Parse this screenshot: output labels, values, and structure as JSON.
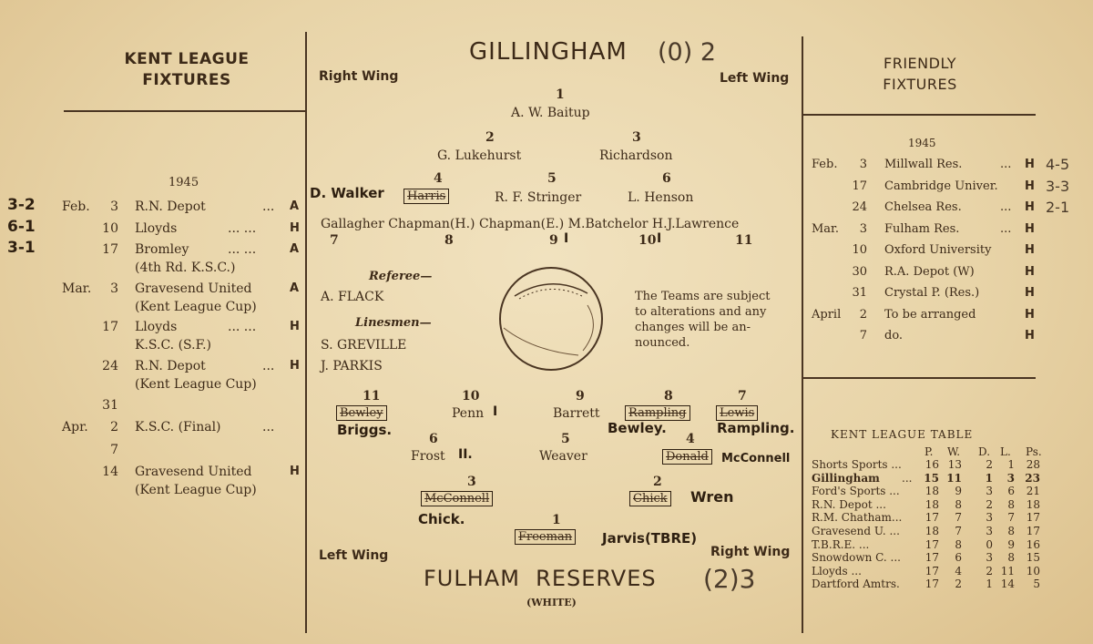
{
  "kent_fixtures": {
    "heading_line1": "KENT LEAGUE",
    "heading_line2": "FIXTURES",
    "year": "1945",
    "rows": [
      {
        "result": "3-2",
        "month": "Feb.",
        "day": "3",
        "opponent": "R.N. Depot",
        "dots": "...",
        "ha": "A"
      },
      {
        "result": "6-1",
        "month": "",
        "day": "10",
        "opponent": "Lloyds",
        "dots": "... ...",
        "ha": "H"
      },
      {
        "result": "3-1",
        "month": "",
        "day": "17",
        "opponent": "Bromley",
        "dots": "... ...",
        "ha": "A"
      },
      {
        "result": "",
        "month": "",
        "day": "",
        "opponent": "(4th Rd. K.S.C.)",
        "dots": "",
        "ha": ""
      },
      {
        "result": "",
        "month": "Mar.",
        "day": "3",
        "opponent": "Gravesend United",
        "dots": "",
        "ha": "A"
      },
      {
        "result": "",
        "month": "",
        "day": "",
        "opponent": "(Kent League Cup)",
        "dots": "",
        "ha": ""
      },
      {
        "result": "",
        "month": "",
        "day": "17",
        "opponent": "Lloyds",
        "dots": "... ...",
        "ha": "H"
      },
      {
        "result": "",
        "month": "",
        "day": "",
        "opponent": "K.S.C. (S.F.)",
        "dots": "",
        "ha": ""
      },
      {
        "result": "",
        "month": "",
        "day": "24",
        "opponent": "R.N. Depot",
        "dots": "...",
        "ha": "H"
      },
      {
        "result": "",
        "month": "",
        "day": "",
        "opponent": "(Kent League Cup)",
        "dots": "",
        "ha": ""
      },
      {
        "result": "",
        "month": "",
        "day": "31",
        "opponent": "",
        "dots": "",
        "ha": ""
      },
      {
        "result": "",
        "month": "Apr.",
        "day": "2",
        "opponent": "K.S.C. (Final)",
        "dots": "...",
        "ha": ""
      },
      {
        "result": "",
        "month": "",
        "day": "7",
        "opponent": "",
        "dots": "",
        "ha": ""
      },
      {
        "result": "",
        "month": "",
        "day": "14",
        "opponent": "Gravesend United",
        "dots": "",
        "ha": "H"
      },
      {
        "result": "",
        "month": "",
        "day": "",
        "opponent": "(Kent League Cup)",
        "dots": "",
        "ha": ""
      }
    ]
  },
  "match": {
    "home_team": "GILLINGHAM",
    "home_score": "(0) 2",
    "right_wing_top": "Right Wing",
    "left_wing_top": "Left Wing",
    "home_players": {
      "n1": "1",
      "p1": "A. W. Baitup",
      "n2": "2",
      "p2": "G. Lukehurst",
      "n3": "3",
      "p3": "Richardson",
      "n4": "4",
      "p4_written": "D. Walker",
      "p4_crossed": "Harris",
      "n5": "5",
      "p5": "R. F. Stringer",
      "n6": "6",
      "p6": "L. Henson",
      "forwards": "Gallagher Chapman(H.) Chapman(E.) M.Batchelor H.J.Lawrence",
      "n7": "7",
      "n8": "8",
      "n9": "9",
      "n10": "10",
      "n11": "11",
      "n9_mark": "I",
      "n10_mark": "I"
    },
    "referee_label": "Referee—",
    "referee": "A. FLACK",
    "linesmen_label": "Linesmen—",
    "linesman1": "S. GREVILLE",
    "linesman2": "J. PARKIS",
    "notice": [
      "The Teams are subject",
      "to alterations and any",
      "changes will be an-",
      "nounced."
    ],
    "away_players": {
      "n11": "11",
      "p11_crossed": "Bewley",
      "p11_written": "Briggs.",
      "n10": "10",
      "p10": "Penn",
      "p10_mark": "I",
      "n9": "9",
      "p9": "Barrett",
      "n8": "8",
      "p8_crossed": "Rampling",
      "p8_written": "Bewley.",
      "n7": "7",
      "p7_crossed": "Lewis",
      "p7_written": "Rampling.",
      "n6": "6",
      "p6": "Frost",
      "p6_mark": "II.",
      "n5": "5",
      "p5": "Weaver",
      "n4": "4",
      "p4_crossed": "Donald",
      "p4_written": "McConnell",
      "n3": "3",
      "p3_crossed": "McConnell",
      "p3_written": "Chick.",
      "n2": "2",
      "p2_crossed": "Chick",
      "p2_written": "Wren",
      "n1": "1",
      "p1_crossed": "Freeman",
      "p1_written": "Jarvis(TBRE)"
    },
    "left_wing_bottom": "Left Wing",
    "right_wing_bottom": "Right Wing",
    "away_team": "FULHAM  RESERVES",
    "away_score": "(2)3",
    "away_colours": "(WHITE)"
  },
  "friendly": {
    "heading_line1": "FRIENDLY",
    "heading_line2": "FIXTURES",
    "year": "1945",
    "rows": [
      {
        "month": "Feb.",
        "day": "3",
        "opponent": "Millwall Res.",
        "dots": "...",
        "ha": "H",
        "result": "4-5"
      },
      {
        "month": "",
        "day": "17",
        "opponent": "Cambridge Univer.",
        "dots": "",
        "ha": "H",
        "result": "3-3"
      },
      {
        "month": "",
        "day": "24",
        "opponent": "Chelsea Res.",
        "dots": "...",
        "ha": "H",
        "result": "2-1"
      },
      {
        "month": "Mar.",
        "day": "3",
        "opponent": "Fulham Res.",
        "dots": "...",
        "ha": "H",
        "result": ""
      },
      {
        "month": "",
        "day": "10",
        "opponent": "Oxford University",
        "dots": "",
        "ha": "H",
        "result": ""
      },
      {
        "month": "",
        "day": "30",
        "opponent": "R.A. Depot (W)",
        "dots": "",
        "ha": "H",
        "result": ""
      },
      {
        "month": "",
        "day": "31",
        "opponent": "Crystal P. (Res.)",
        "dots": "",
        "ha": "H",
        "result": ""
      },
      {
        "month": "April",
        "day": "2",
        "opponent": "To be arranged",
        "dots": "",
        "ha": "H",
        "result": ""
      },
      {
        "month": "",
        "day": "7",
        "opponent": "do.",
        "dots": "",
        "ha": "H",
        "result": ""
      }
    ]
  },
  "league_table": {
    "heading": "KENT LEAGUE TABLE",
    "columns": [
      "P.",
      "W.",
      "D.",
      "L.",
      "Ps."
    ],
    "rows": [
      {
        "team": "Shorts Sports ...",
        "p": "16",
        "w": "13",
        "d": "2",
        "l": "1",
        "pts": "28",
        "bold": false
      },
      {
        "team": "Gillingham",
        "dots": "...",
        "p": "15",
        "w": "11",
        "d": "1",
        "l": "3",
        "pts": "23",
        "bold": true
      },
      {
        "team": "Ford's Sports ...",
        "p": "18",
        "w": "9",
        "d": "3",
        "l": "6",
        "pts": "21",
        "bold": false
      },
      {
        "team": "R.N. Depot ...",
        "p": "18",
        "w": "8",
        "d": "2",
        "l": "8",
        "pts": "18",
        "bold": false
      },
      {
        "team": "R.M. Chatham...",
        "p": "17",
        "w": "7",
        "d": "3",
        "l": "7",
        "pts": "17",
        "bold": false
      },
      {
        "team": "Gravesend U. ...",
        "p": "18",
        "w": "7",
        "d": "3",
        "l": "8",
        "pts": "17",
        "bold": false
      },
      {
        "team": "T.B.R.E. ...",
        "p": "17",
        "w": "8",
        "d": "0",
        "l": "9",
        "pts": "16",
        "bold": false
      },
      {
        "team": "Snowdown C. ...",
        "p": "17",
        "w": "6",
        "d": "3",
        "l": "8",
        "pts": "15",
        "bold": false
      },
      {
        "team": "Lloyds ...",
        "p": "17",
        "w": "4",
        "d": "2",
        "l": "11",
        "pts": "10",
        "bold": false
      },
      {
        "team": "Dartford Amtrs.",
        "p": "17",
        "w": "2",
        "d": "1",
        "l": "14",
        "pts": "5",
        "bold": false
      }
    ]
  }
}
